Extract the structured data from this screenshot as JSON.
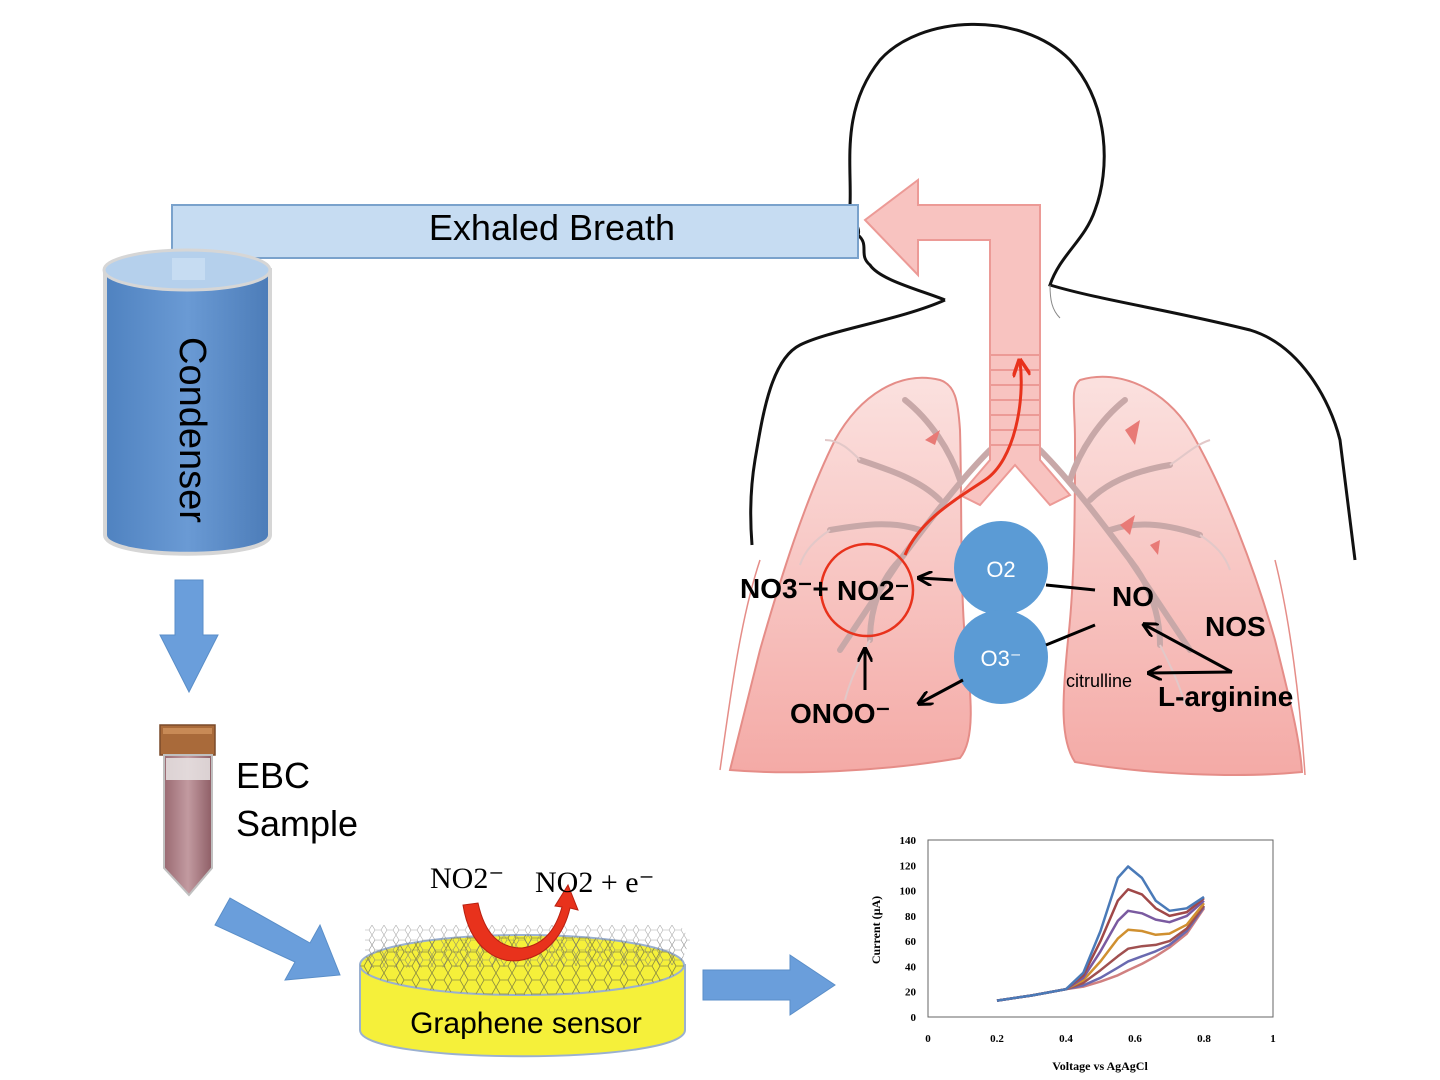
{
  "labels": {
    "exhaled_breath": "Exhaled Breath",
    "condenser": "Condenser",
    "ebc_line1": "EBC",
    "ebc_line2": "Sample",
    "graphene_sensor": "Graphene sensor",
    "sensor_reactant": "NO2⁻",
    "sensor_product": "NO2 + e⁻"
  },
  "chemistry": {
    "no3": "NO3⁻+",
    "no2": "NO2⁻",
    "o2": "O2",
    "o3": "O3⁻",
    "no": "NO",
    "nos": "NOS",
    "citrulline": "citrulline",
    "l_arginine": "L-arginine",
    "onoo": "ONOO⁻"
  },
  "colors": {
    "pipe_blue": "#c6dcf2",
    "condenser_blue": "#5b8fcb",
    "arrow_blue": "#6a9edb",
    "lung_pink": "#f6b9b6",
    "trachea_pink": "#f8c3c0",
    "molecule_blue": "#5b9bd5",
    "sensor_yellow": "#f5f03a",
    "red_arrow": "#e8321c"
  },
  "chart_data": {
    "type": "line",
    "title": "",
    "xlabel": "Voltage vs AgAgCl",
    "ylabel": "Current (µA)",
    "xlim": [
      0,
      1
    ],
    "ylim": [
      0,
      140
    ],
    "xticks": [
      "0",
      "0.2",
      "0.4",
      "0.6",
      "0.8",
      "1"
    ],
    "yticks": [
      "0",
      "20",
      "40",
      "60",
      "80",
      "100",
      "120",
      "140"
    ],
    "x": [
      0.2,
      0.3,
      0.4,
      0.45,
      0.5,
      0.55,
      0.58,
      0.62,
      0.66,
      0.7,
      0.75,
      0.8
    ],
    "series": [
      {
        "color": "#4a7ab8",
        "values": [
          13,
          17,
          22,
          35,
          68,
          110,
          119,
          110,
          92,
          84,
          86,
          95
        ]
      },
      {
        "color": "#a04848",
        "values": [
          13,
          17,
          22,
          33,
          60,
          92,
          101,
          97,
          86,
          80,
          83,
          94
        ]
      },
      {
        "color": "#7a5aa0",
        "values": [
          13,
          17,
          22,
          31,
          52,
          76,
          84,
          82,
          77,
          75,
          80,
          92
        ]
      },
      {
        "color": "#d09030",
        "values": [
          13,
          17,
          22,
          29,
          44,
          62,
          69,
          68,
          65,
          66,
          73,
          90
        ]
      },
      {
        "color": "#a05050",
        "values": [
          13,
          17,
          22,
          27,
          37,
          48,
          54,
          56,
          57,
          60,
          70,
          88
        ]
      },
      {
        "color": "#6a6ab0",
        "values": [
          13,
          17,
          22,
          25,
          31,
          39,
          44,
          48,
          52,
          57,
          68,
          87
        ]
      },
      {
        "color": "#d08080",
        "values": [
          13,
          17,
          22,
          24,
          28,
          33,
          37,
          42,
          48,
          55,
          66,
          86
        ]
      }
    ]
  }
}
